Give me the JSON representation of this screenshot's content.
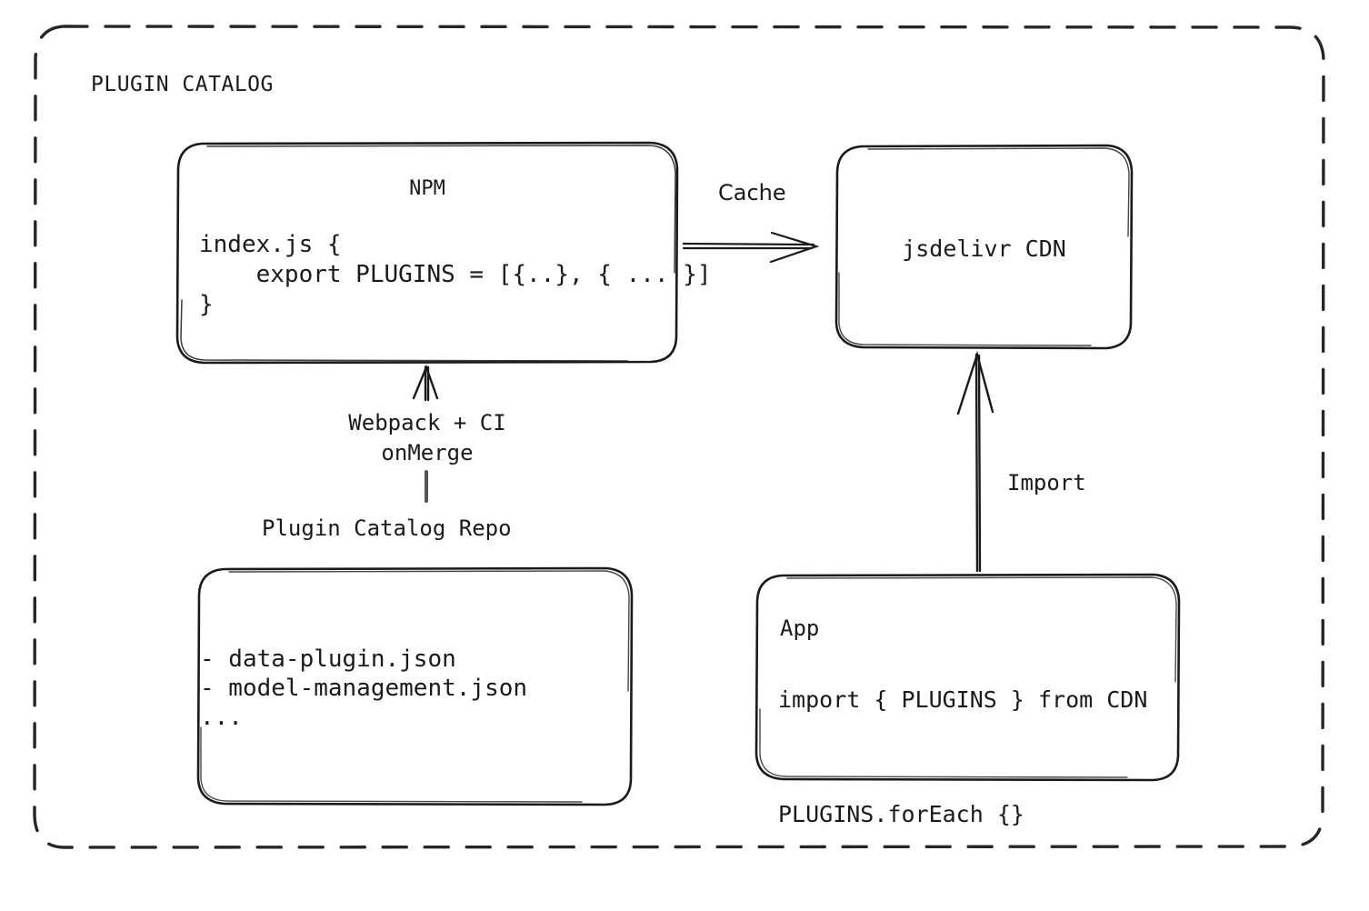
{
  "diagram": {
    "title": "PLUGIN CATALOG",
    "background_color": "#ffffff",
    "stroke_color": "#1a1a1a",
    "nodes": {
      "npm": {
        "title": "NPM",
        "code": "index.js {\n    export PLUGINS = [{..}, { ... }]\n}"
      },
      "cdn": {
        "label": "jsdelivr CDN"
      },
      "repo": {
        "label": "Plugin Catalog Repo",
        "files": "- data-plugin.json\n- model-management.json\n..."
      },
      "app": {
        "title": "App",
        "code": "import { PLUGINS } from CDN\n\nPLUGINS.forEach {}"
      }
    },
    "edges": {
      "cache": {
        "label": "Cache",
        "from": "npm",
        "to": "cdn"
      },
      "build": {
        "label": "Webpack + CI\nonMerge",
        "from": "repo",
        "to": "npm"
      },
      "import": {
        "label": "Import",
        "from": "app",
        "to": "cdn"
      }
    }
  }
}
